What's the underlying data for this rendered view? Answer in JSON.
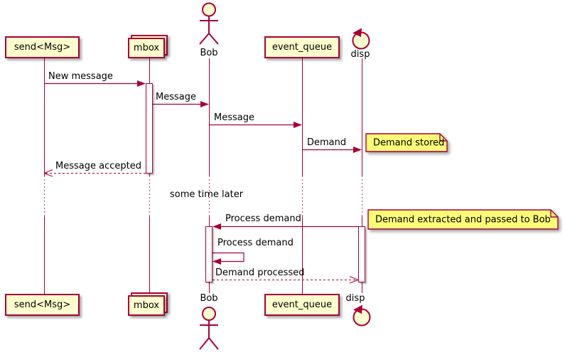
{
  "diagram": {
    "type": "sequence-diagram",
    "colors": {
      "participant_fill": "#FEFECE",
      "note_fill": "#FBFB77",
      "line_and_border": "#A80036",
      "text": "#000000",
      "background": "#FFFFFF"
    },
    "participants": [
      {
        "label": "send<Msg>",
        "kind": "participant"
      },
      {
        "label": "mbox",
        "kind": "collections"
      },
      {
        "label": "Bob",
        "kind": "actor"
      },
      {
        "label": "event_queue",
        "kind": "participant"
      },
      {
        "label": "disp",
        "kind": "control"
      }
    ],
    "messages": [
      {
        "label": "New message",
        "from": "send<Msg>",
        "to": "mbox",
        "line": "solid"
      },
      {
        "label": "Message",
        "from": "mbox",
        "to": "Bob",
        "line": "solid"
      },
      {
        "label": "Message",
        "from": "Bob",
        "to": "event_queue",
        "line": "solid"
      },
      {
        "label": "Demand",
        "from": "event_queue",
        "to": "disp",
        "line": "solid"
      },
      {
        "label": "Message accepted",
        "from": "mbox",
        "to": "send<Msg>",
        "line": "dashed-return"
      },
      {
        "label": "Process demand",
        "from": "disp",
        "to": "Bob",
        "line": "solid"
      },
      {
        "label": "Process demand",
        "from": "Bob",
        "to": "Bob",
        "line": "self"
      },
      {
        "label": "Demand processed",
        "from": "Bob",
        "to": "disp",
        "line": "dashed-return"
      }
    ],
    "notes": [
      {
        "text": "Demand stored",
        "attached_to": "disp"
      },
      {
        "text": "Demand extracted and passed to Bob",
        "attached_to": "disp"
      }
    ],
    "delay_text": "some time later"
  }
}
